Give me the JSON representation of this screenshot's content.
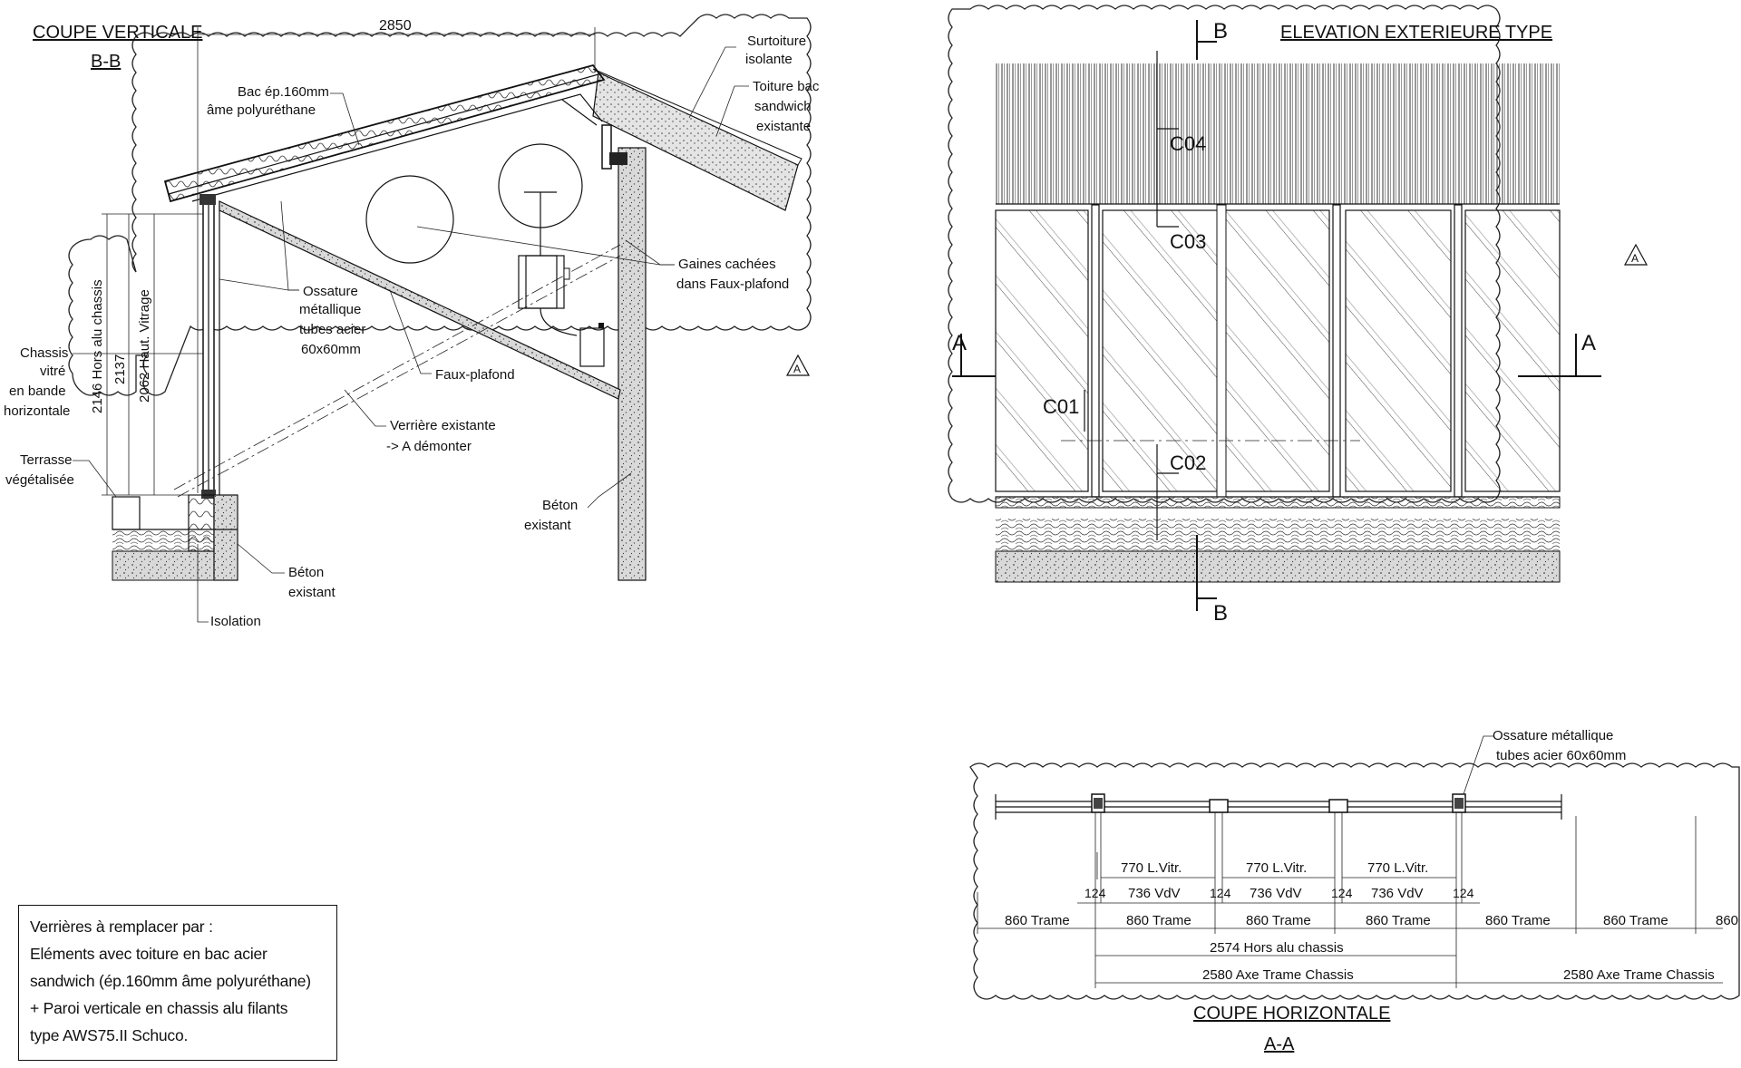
{
  "section_bb": {
    "title": "COUPE VERTICALE",
    "subtitle": "B-B",
    "dim_top": "2850",
    "dim_2146": "2146 Hors alu chassis",
    "dim_2137": "2137",
    "dim_2062": "2062 Haut. Vitrage",
    "labels": {
      "bac_1": "Bac ép.160mm",
      "bac_2": "âme polyuréthane",
      "surtoiture_1": "Surtoiture",
      "surtoiture_2": "isolante",
      "toiture_1": "Toiture bac",
      "toiture_2": "sandwich",
      "toiture_3": "existante",
      "ossature_1": "Ossature",
      "ossature_2": "métallique",
      "ossature_3": "tubes acier",
      "ossature_4": "60x60mm",
      "gaines_1": "Gaines cachées",
      "gaines_2": "dans Faux-plafond",
      "faux": "Faux-plafond",
      "chassis_1": "Chassis",
      "chassis_2": "vitré",
      "chassis_3": "en bande",
      "chassis_4": "horizontale",
      "verriere_1": "Verrière existante",
      "verriere_2": "-> A démonter",
      "terrasse_1": "Terrasse",
      "terrasse_2": "végétalisée",
      "beton_a_1": "Béton",
      "beton_a_2": "existant",
      "beton_b_1": "Béton",
      "beton_b_2": "existant",
      "isolation": "Isolation",
      "rev_a": "A"
    }
  },
  "elevation": {
    "title": "ELEVATION EXTERIEURE TYPE",
    "b_top": "B",
    "b_bottom": "B",
    "a_left": "A",
    "a_right": "A",
    "c01": "C01",
    "c02": "C02",
    "c03": "C03",
    "c04": "C04",
    "rev_a": "A"
  },
  "section_aa": {
    "title": "COUPE HORIZONTALE",
    "subtitle": "A-A",
    "ossature_1": "Ossature métallique",
    "ossature_2": "tubes acier 60x60mm",
    "lvitr": [
      "770 L.Vitr.",
      "770 L.Vitr.",
      "770 L.Vitr."
    ],
    "vdv": [
      "736 VdV",
      "736 VdV",
      "736 VdV"
    ],
    "small": [
      "124",
      "124",
      "124",
      "124"
    ],
    "trame": [
      "860 Trame",
      "860 Trame",
      "860 Trame",
      "860 Trame",
      "860 Trame",
      "860 Trame",
      "860"
    ],
    "hors_alu": "2574 Hors alu chassis",
    "axe_1": "2580 Axe Trame Chassis",
    "axe_2": "2580 Axe Trame Chassis"
  },
  "note": {
    "lines": [
      "Verrières à remplacer par :",
      "Eléments avec toiture en bac acier",
      "sandwich (ép.160mm âme polyuréthane)",
      "+ Paroi verticale en chassis alu filants",
      "type AWS75.II Schuco."
    ]
  }
}
